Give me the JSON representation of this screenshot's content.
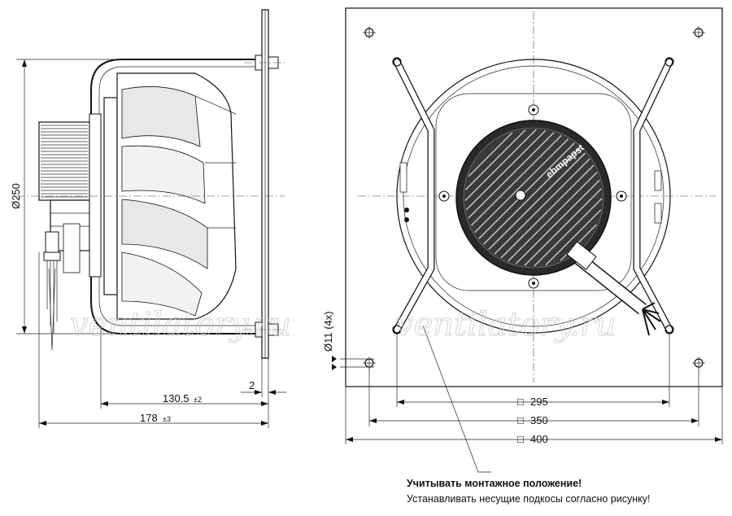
{
  "dimensions": {
    "diameter_250": "Ø250",
    "length_130_5": "130.5",
    "tol_130_5": "±2",
    "flange_2": "2",
    "length_178": "178",
    "tol_178": "±3",
    "hole_11": "Ø11 (4x)",
    "square_295": "295",
    "square_350": "350",
    "square_400": "400",
    "square_symbol": "□"
  },
  "notes": {
    "title": "Учитывать монтажное положение!",
    "text": "Устанавливать несущие подкосы согласно рисунку!"
  },
  "labels": {
    "brand_logo": "ebmpapst"
  },
  "watermark": {
    "left": "ventilatory.ru",
    "right": "ventilatory.ru"
  },
  "colors": {
    "line": "#111111",
    "hatch": "#333333",
    "watermark": "#c9c9c9",
    "motor_dark": "#2a2a2a"
  }
}
